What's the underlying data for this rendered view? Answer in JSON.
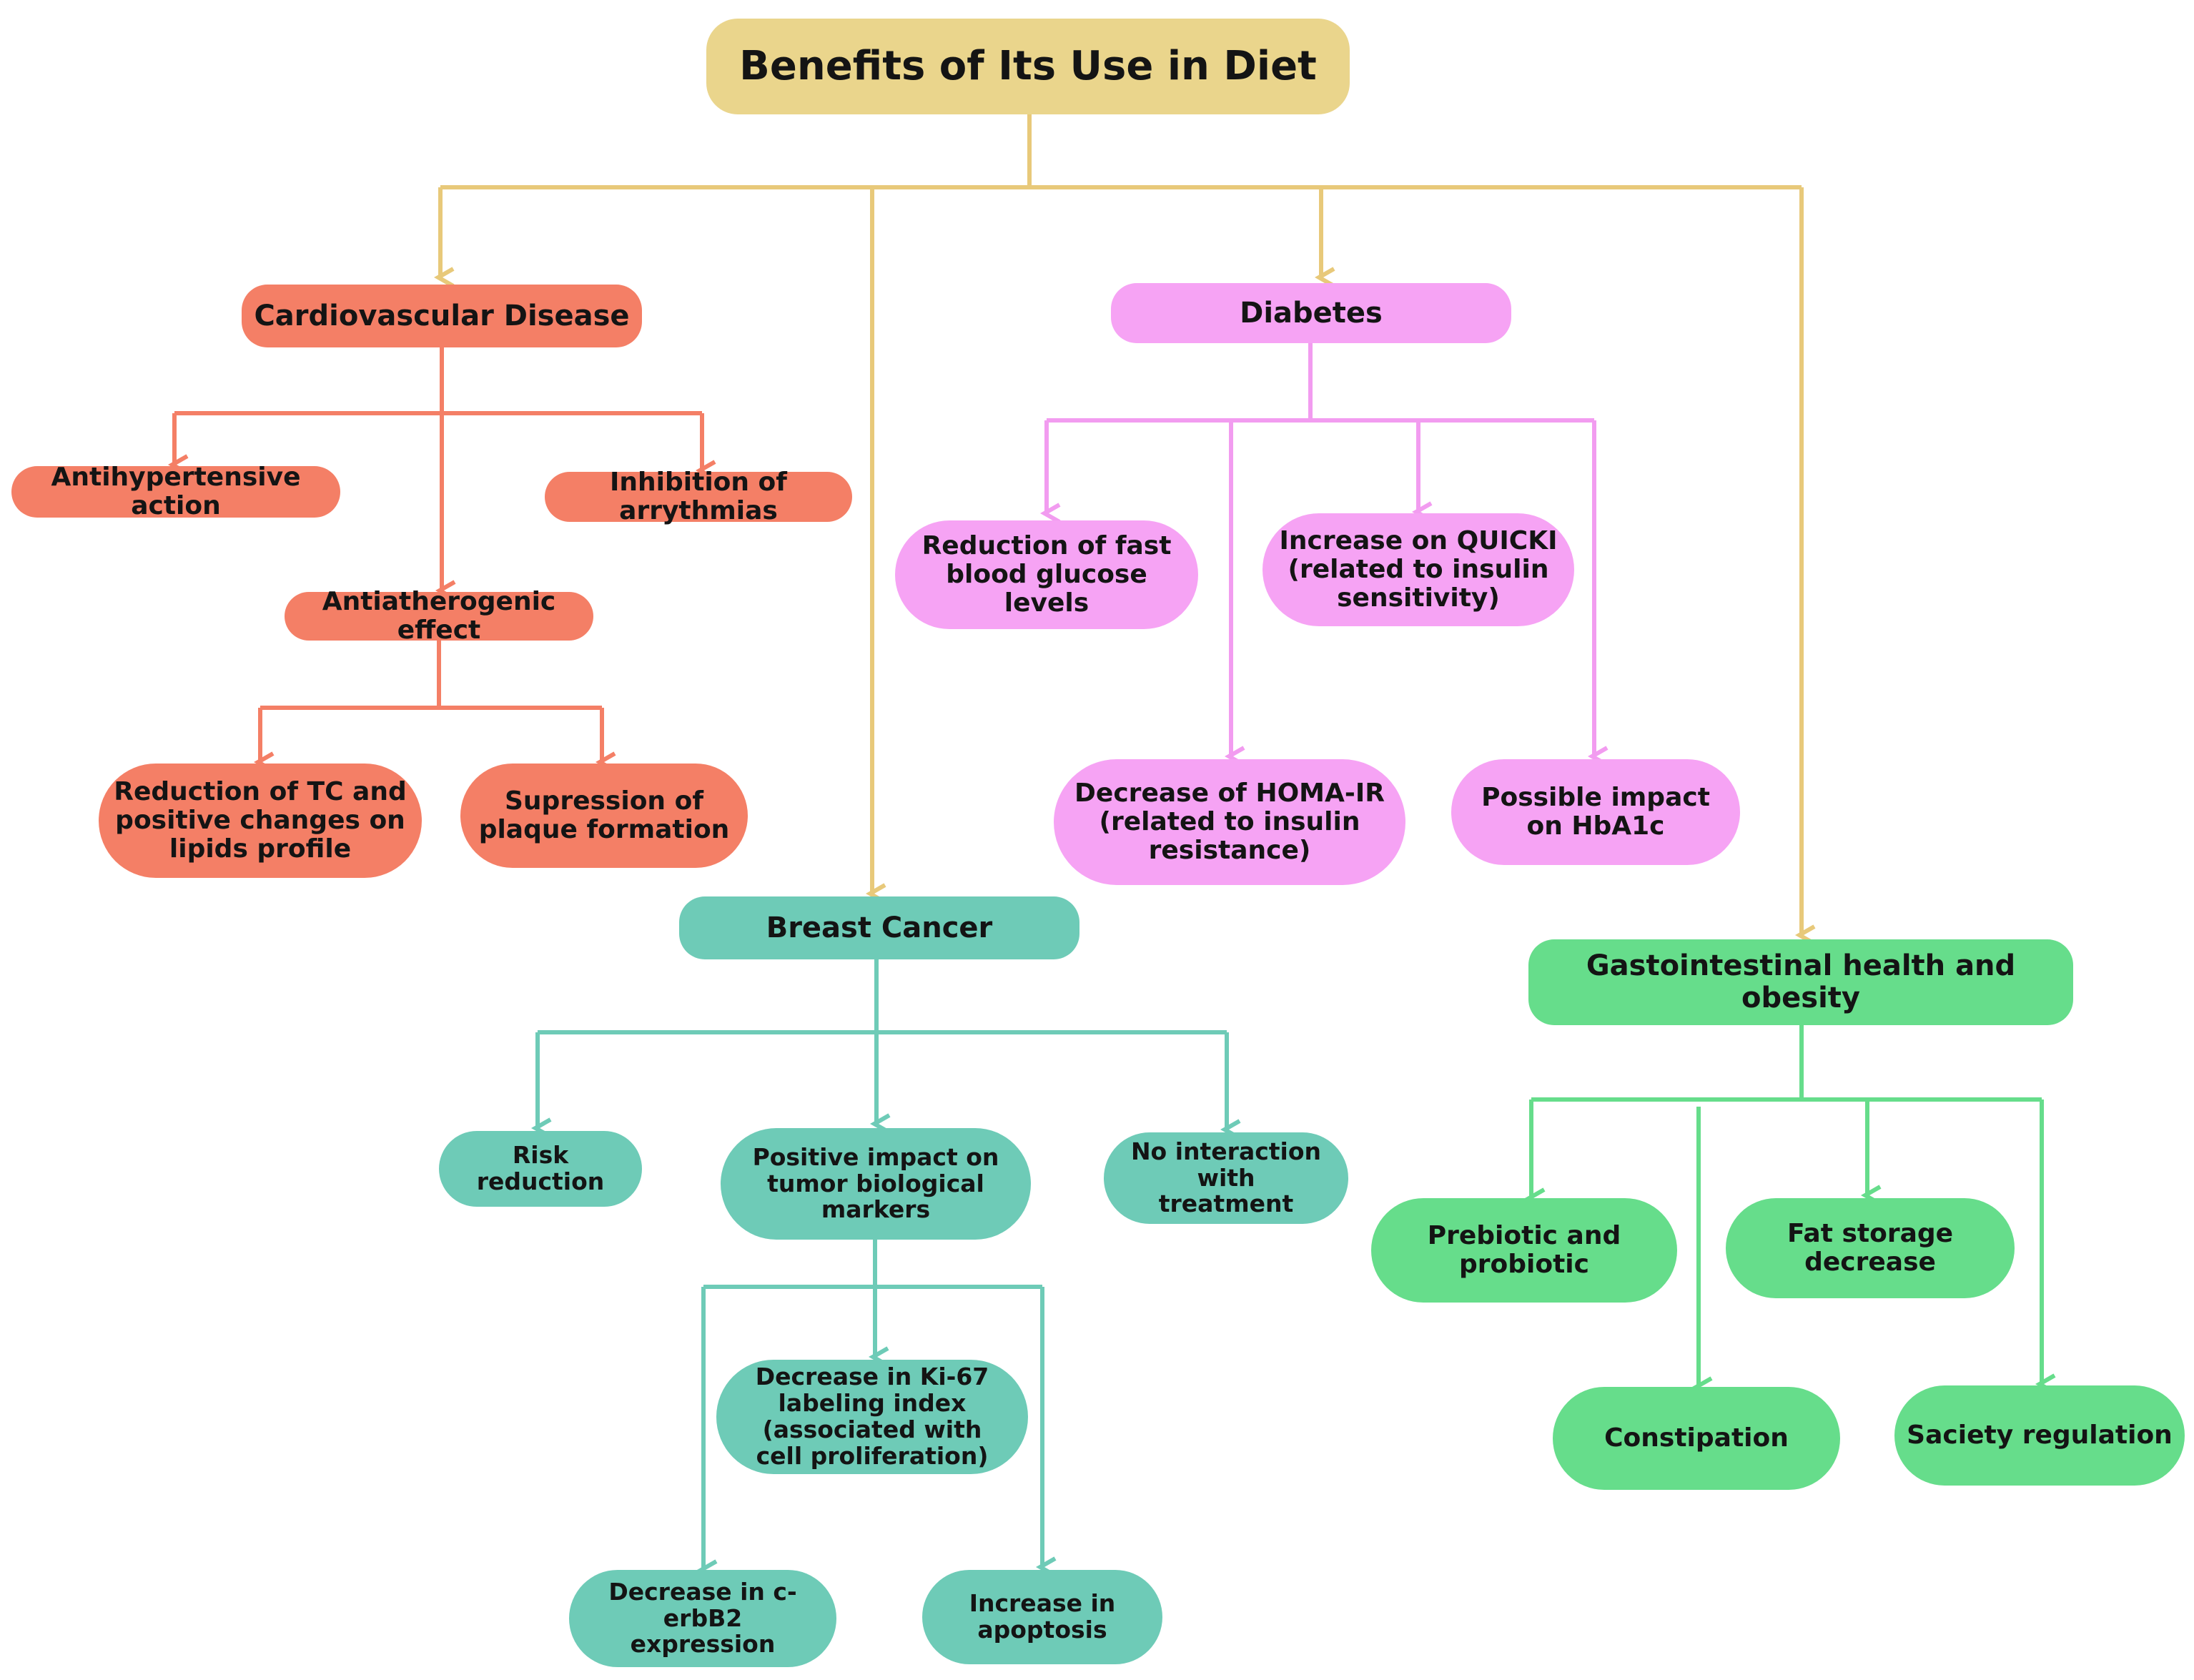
{
  "title": "Benefits of Its Use in Diet",
  "colors": {
    "title_box": "#ead58c",
    "title_lines": "#e8c97a",
    "cardiovascular": "#f47f66",
    "diabetes": "#f6a3f4",
    "breast_cancer": "#6ecbb7",
    "gastrointestinal": "#66dd8b"
  },
  "cardiovascular": {
    "label": "Cardiovascular Disease",
    "antihypertensive": "Antihypertensive action",
    "arrhythmias": "Inhibition of arrythmias",
    "antiatherogenic": "Antiatherogenic effect",
    "lipids": "Reduction of TC and positive changes on lipids profile",
    "plaque": "Supression of plaque formation"
  },
  "diabetes": {
    "label": "Diabetes",
    "glucose": "Reduction of fast blood glucose levels",
    "quicki": "Increase on QUICKI (related to insulin sensitivity)",
    "homa": "Decrease of HOMA-IR (related to insulin resistance)",
    "hba1c": "Possible impact on HbA1c"
  },
  "breast_cancer": {
    "label": "Breast Cancer",
    "risk": "Risk reduction",
    "markers": "Positive impact on tumor biological markers",
    "no_interaction": "No interaction with treatment",
    "ki67": "Decrease in Ki-67 labeling index (associated with cell proliferation)",
    "cerbb2": "Decrease in c-erbB2 expression",
    "apoptosis": "Increase in apoptosis"
  },
  "gastrointestinal": {
    "label": "Gastointestinal health and obesity",
    "prebiotic": "Prebiotic and probiotic",
    "fat": "Fat storage decrease",
    "constipation": "Constipation",
    "satiety": "Saciety regulation"
  }
}
